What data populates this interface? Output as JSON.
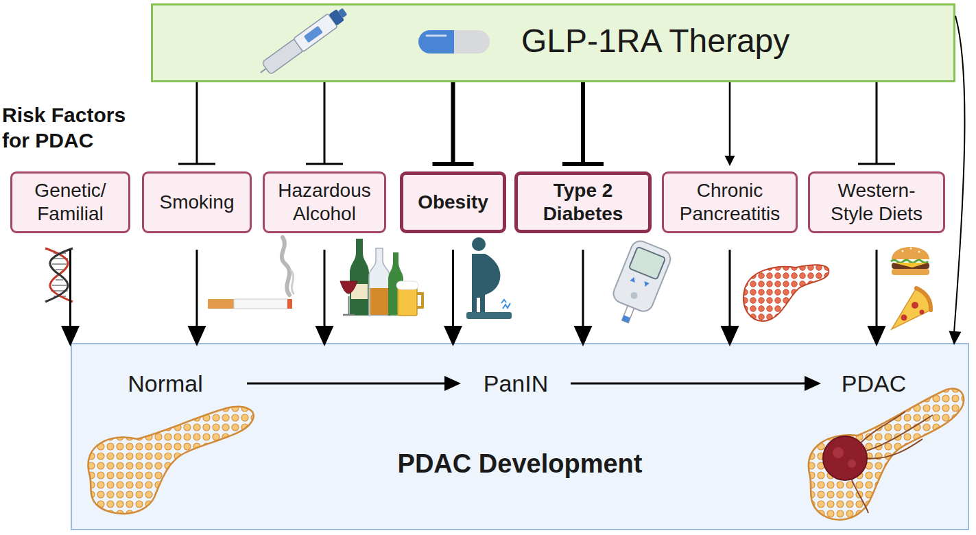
{
  "diagram": {
    "nodes": [
      {
        "text": [
          "GLP-1RA Therapy"
        ]
      },
      {
        "text": [
          "Genetic/ Familial"
        ]
      },
      {
        "text": [
          "Smoking"
        ]
      },
      {
        "text": [
          "Hazardous Alcohol"
        ]
      },
      {
        "text": [
          "Obesity"
        ]
      },
      {
        "text": [
          "Type 2 Diabetes"
        ]
      },
      {
        "text": [
          "Chronic Pancreatitis"
        ]
      },
      {
        "text": [
          "Western-Style Diets"
        ]
      },
      {
        "text": [
          "PDAC Development"
        ]
      },
      {
        "text": [
          "Normal"
        ],
        "in": 8
      },
      {
        "text": [
          "PanIN"
        ],
        "in": 8
      },
      {
        "text": [
          "PDAC"
        ],
        "in": 8
      }
    ],
    "edges": [
      {
        "from": 0,
        "to": 2,
        "arrow": "to"
      },
      {
        "from": 0,
        "to": 3,
        "arrow": "to"
      },
      {
        "from": 0,
        "to": 4,
        "arrow": "to"
      },
      {
        "from": 0,
        "to": 5,
        "arrow": "to"
      },
      {
        "from": 0,
        "to": 6,
        "arrow": "to"
      },
      {
        "from": 0,
        "to": 7,
        "arrow": "to"
      },
      {
        "from": 1,
        "to": 8,
        "arrow": "to"
      },
      {
        "from": 2,
        "to": 8,
        "arrow": "to"
      },
      {
        "from": 3,
        "to": 8,
        "arrow": "to"
      },
      {
        "from": 4,
        "to": 8,
        "arrow": "to"
      },
      {
        "from": 5,
        "to": 8,
        "arrow": "to"
      },
      {
        "from": 6,
        "to": 8,
        "arrow": "to"
      },
      {
        "from": 7,
        "to": 8,
        "arrow": "to"
      },
      {
        "from": 0,
        "to": 8,
        "arrow": "to"
      },
      {
        "from": 9,
        "to": 10,
        "arrow": "to"
      },
      {
        "from": 10,
        "to": 11,
        "arrow": "to"
      }
    ],
    "labels": [
      "Risk Factors for PDAC"
    ]
  }
}
